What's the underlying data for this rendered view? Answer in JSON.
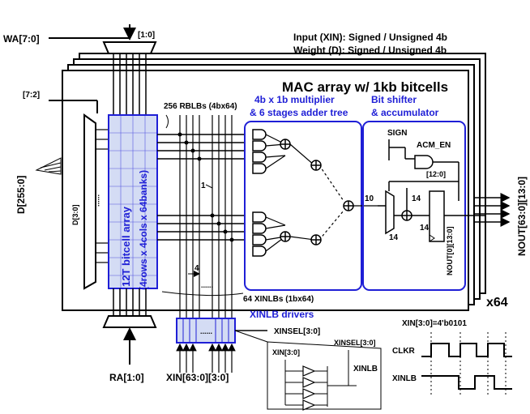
{
  "legend": {
    "input_line": "Input (XIN): Signed / Unsigned 4b",
    "weight_line": "Weight (D): Signed / Unsigned 4b"
  },
  "labels": {
    "wa": "WA[7:0]",
    "wa_low": "[1:0]",
    "wa_high": "[7:2]",
    "d_bus": "D[255:0]",
    "d_slice": "D[3:0]",
    "mac_title": "MAC array w/ 1kb bitcells",
    "rblbs": "256 RBLBs (4bx64)",
    "multiplier_1": "4b x 1b multiplier",
    "multiplier_2": "& 6 stages adder tree",
    "shifter_1": "Bit shifter",
    "shifter_2": "& accumulator",
    "sign": "SIGN",
    "acm_en": "ACM_EN",
    "bits_12": "[12:0]",
    "w10": "10",
    "w14a": "14",
    "w14b": "14",
    "w14c": "14",
    "nout0": "NOUT[0][13:0]",
    "nout": "NOUT[63:0][13:0]",
    "bitcell_1": "12T bitcell array",
    "bitcell_2": "(4rows x 4cols x 64banks)",
    "one": "1",
    "four": "4",
    "xinlbs": "64 XINLBs (1bx64)",
    "x64": "x64",
    "xinlb_drivers": "XINLB drivers",
    "xinsel_a": "XINSEL[3:0]",
    "xinsel_b": "XINSEL[3:0]",
    "xin_30": "XIN[3:0]",
    "xinlb": "XINLB",
    "ra": "RA[1:0]",
    "xin_bus": "XIN[63:0][3:0]",
    "xin_value": "XIN[3:0]=4'b0101",
    "clkr": "CLKR",
    "xinlb_wave": "XINLB",
    "dots1": "......",
    "dots2": "......",
    "dots3": "......"
  },
  "colors": {
    "line": "#000000",
    "accent": "#1f1fd6",
    "cell_fill": "#d4dcf4"
  }
}
